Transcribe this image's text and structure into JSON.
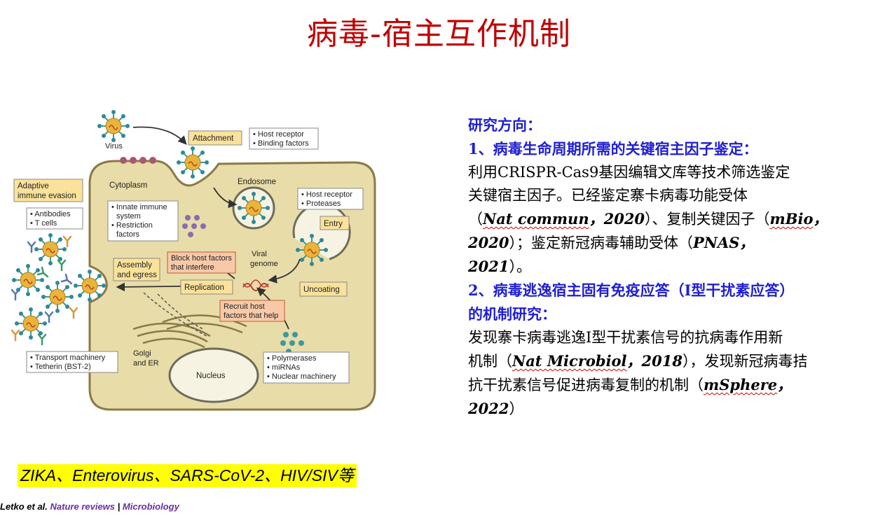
{
  "title": "病毒-宿主互作机制",
  "diagram": {
    "virus": "Virus",
    "attachment": "Attachment",
    "host_receptor_binding": [
      "• Host receptor",
      "• Binding factors"
    ],
    "cytoplasm": "Cytoplasm",
    "endosome": "Endosome",
    "host_receptor_proteases": [
      "• Host receptor",
      "• Proteases"
    ],
    "entry": "Entry",
    "adaptive": [
      "Adaptive",
      "immune evasion"
    ],
    "antibodies_tcells": [
      "• Antibodies",
      "• T cells"
    ],
    "innate": [
      "• Innate immune",
      "system",
      "• Restriction",
      "factors"
    ],
    "block_host": [
      "Block host factors",
      "that interfere"
    ],
    "viral_genome": [
      "Viral",
      "genome"
    ],
    "assembly": [
      "Assembly",
      "and egress"
    ],
    "replication": "Replication",
    "uncoating": "Uncoating",
    "recruit_host": [
      "Recruit host",
      "factors that help"
    ],
    "golgi": [
      "Golgi",
      "and ER"
    ],
    "nucleus": "Nucleus",
    "transport": [
      "• Transport machinery",
      "• Tetherin (BST-2)"
    ],
    "polymerases": [
      "• Polymerases",
      "• miRNAs",
      "• Nuclear machinery"
    ],
    "colors": {
      "cell_fill": "#e8dca8",
      "cell_stroke": "#8a7a46",
      "label_box": "#fbe29a",
      "red_box": "#f7c9a8",
      "virus_core": "#e8b53a",
      "virus_spike": "#3a9aa0"
    }
  },
  "right_panel": {
    "heading": "研究方向：",
    "item1_title": "1、病毒生命周期所需的关键宿主因子鉴定：",
    "item1_line1": "利用CRISPR-Cas9基因编辑文库等技术筛选鉴定",
    "item1_line2": "关键宿主因子。已经鉴定寨卡病毒功能受体",
    "item1_l3_a": "（",
    "item1_l3_nat": "Nat commun",
    "item1_l3_b": "，",
    "item1_l3_y1": "2020",
    "item1_l3_c": "）、复制关键因子（",
    "item1_l3_mbio": "mBio",
    "item1_l3_d": "，",
    "item1_l4_y": "2020",
    "item1_l4_a": "）；鉴定新冠病毒辅助受体（",
    "item1_l4_pnas": "PNAS",
    "item1_l4_b": "，",
    "item1_l5_y": "2021",
    "item1_l5_a": "）。",
    "item2_title_1": "2、病毒逃逸宿主固有免疫应答（I型干扰素应答）",
    "item2_title_2": "的机制研究：",
    "item2_line1": "发现寨卡病毒逃逸I型干扰素信号的抗病毒作用新",
    "item2_l2_a": "机制（",
    "item2_l2_nat": "Nat Microbiol",
    "item2_l2_b": "，",
    "item2_l2_y": "2018",
    "item2_l2_c": "），发现新冠病毒拮",
    "item2_l3_a": "抗干扰素信号促进病毒复制的机制（",
    "item2_l3_msph": "mSphere",
    "item2_l3_b": "，",
    "item2_l4_y": "2022",
    "item2_l4_a": "）"
  },
  "viruses_line": "ZIKA、Enterovirus、SARS-CoV-2、HIV/SIV等",
  "citation": {
    "authors": "Letko et al. ",
    "journal": "Nature reviews",
    "sep": " | ",
    "section": "Microbiology"
  }
}
